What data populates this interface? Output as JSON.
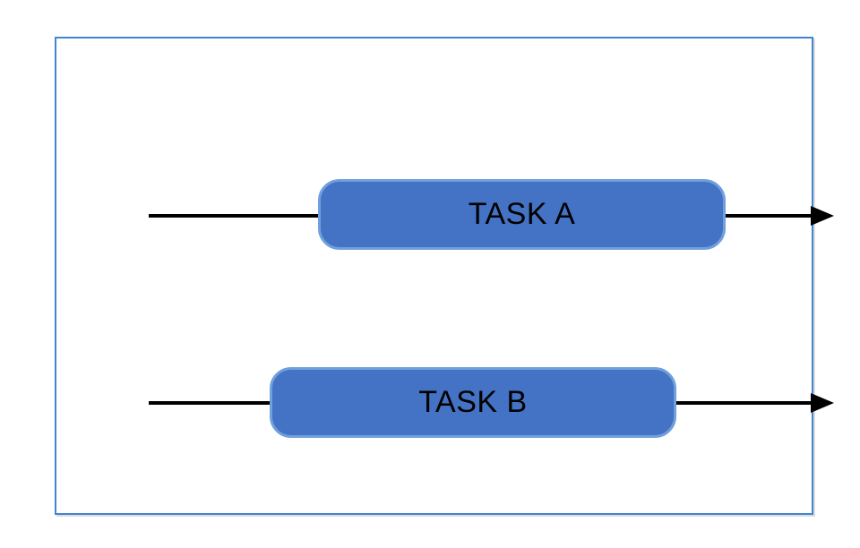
{
  "diagram": {
    "type": "flow-diagram",
    "flow_direction": "left-to-right",
    "tasks": [
      {
        "id": "task-a",
        "label": "TASK A"
      },
      {
        "id": "task-b",
        "label": "TASK B"
      }
    ]
  },
  "colors": {
    "background": "#FFFFFF",
    "frame_border": "#4185D2",
    "task_fill": "#4472C4",
    "task_border": "#6FA0DC",
    "arrow": "#000000",
    "label_text": "#000000"
  }
}
